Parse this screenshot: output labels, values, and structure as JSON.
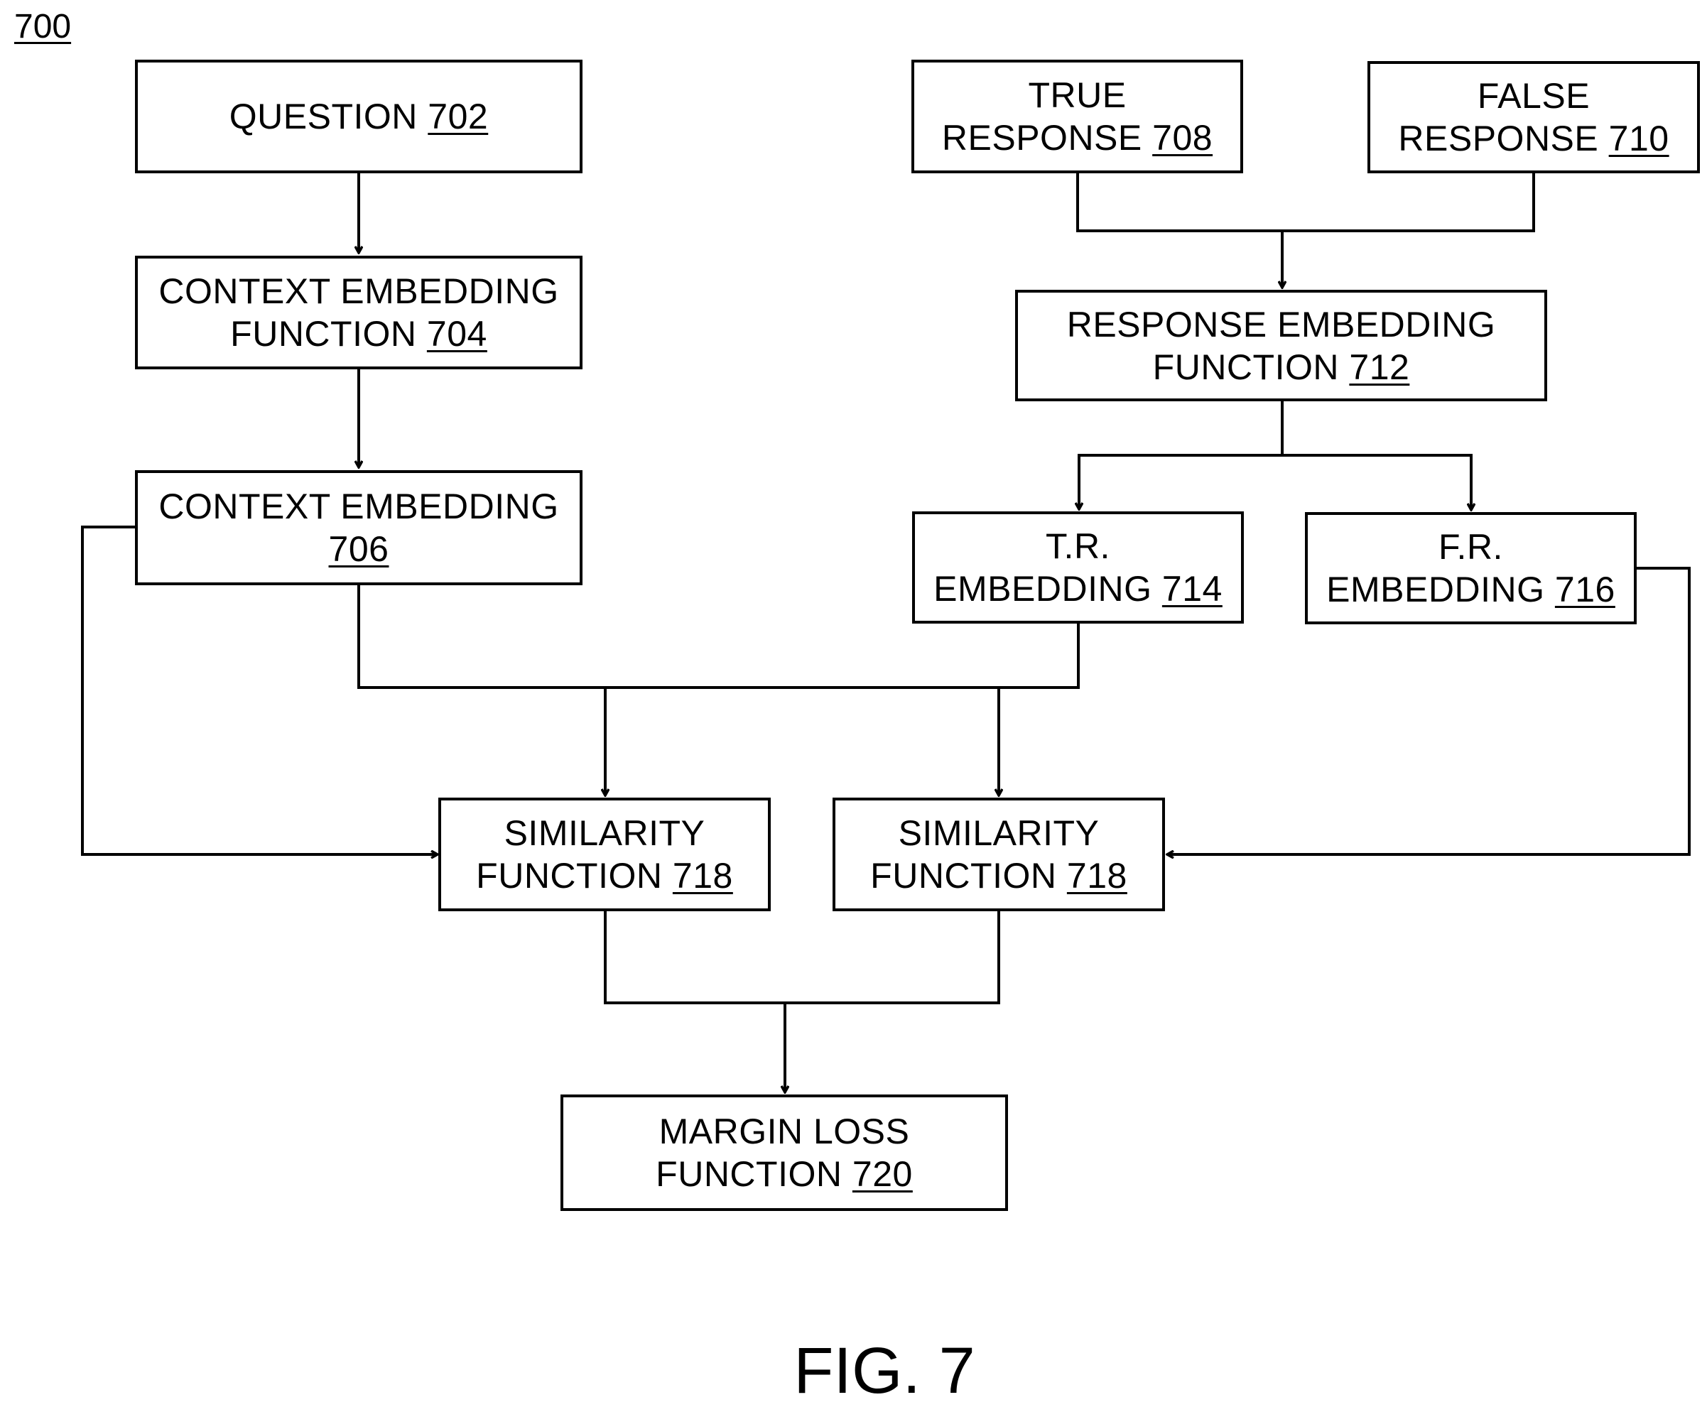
{
  "figure_ref": "700",
  "caption": "FIG. 7",
  "nodes": {
    "question": {
      "lines": [
        "QUESTION"
      ],
      "ref": "702"
    },
    "context_embedding_function": {
      "lines": [
        "CONTEXT EMBEDDING",
        "FUNCTION"
      ],
      "ref": "704"
    },
    "context_embedding": {
      "lines": [
        "CONTEXT EMBEDDING",
        ""
      ],
      "ref": "706"
    },
    "true_response": {
      "lines": [
        "TRUE",
        "RESPONSE"
      ],
      "ref": "708"
    },
    "false_response": {
      "lines": [
        "FALSE",
        "RESPONSE"
      ],
      "ref": "710"
    },
    "response_embedding_function": {
      "lines": [
        "RESPONSE EMBEDDING",
        "FUNCTION"
      ],
      "ref": "712"
    },
    "tr_embedding": {
      "lines": [
        "T.R.",
        "EMBEDDING"
      ],
      "ref": "714"
    },
    "fr_embedding": {
      "lines": [
        "F.R.",
        "EMBEDDING"
      ],
      "ref": "716"
    },
    "similarity_function_left": {
      "lines": [
        "SIMILARITY",
        "FUNCTION"
      ],
      "ref": "718"
    },
    "similarity_function_right": {
      "lines": [
        "SIMILARITY",
        "FUNCTION"
      ],
      "ref": "718"
    },
    "margin_loss_function": {
      "lines": [
        "MARGIN LOSS",
        "FUNCTION"
      ],
      "ref": "720"
    }
  }
}
